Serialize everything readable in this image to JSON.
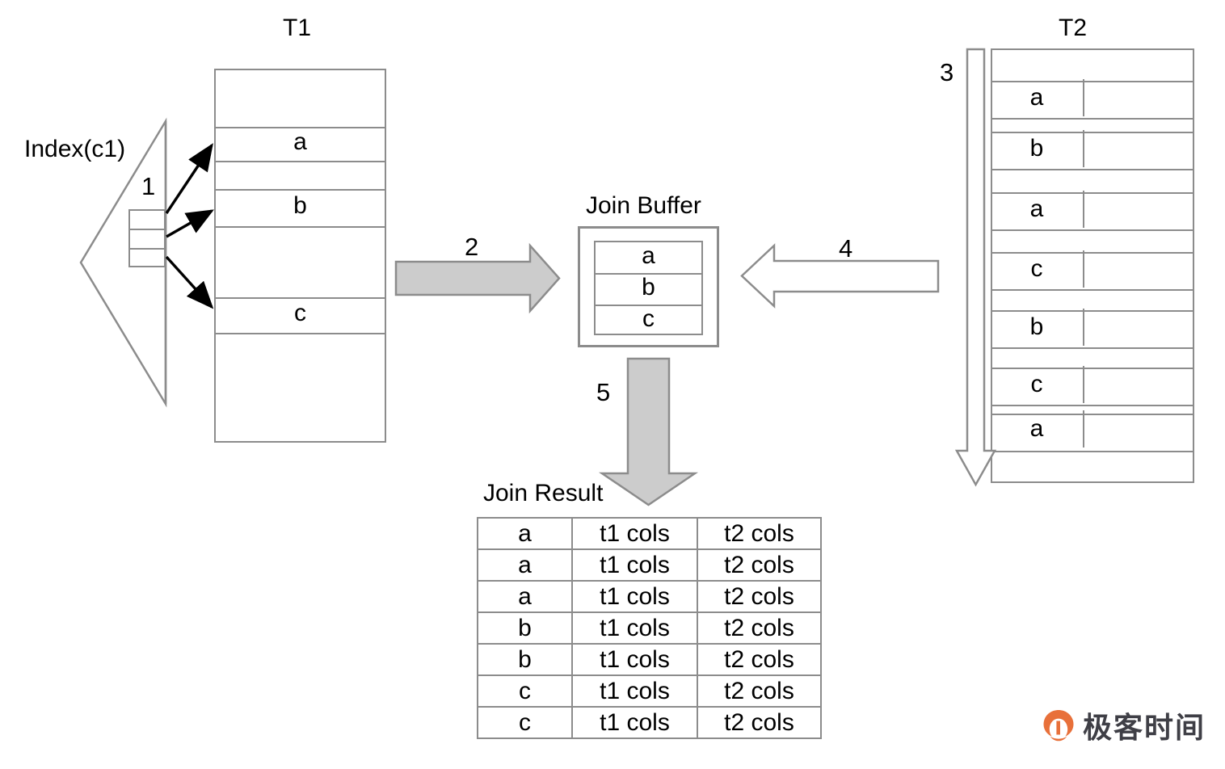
{
  "diagram": {
    "title_t1": "T1",
    "title_t2": "T2",
    "index_label": "Index(c1)",
    "join_buffer_label": "Join Buffer",
    "join_result_label": "Join Result",
    "steps": {
      "s1": "1",
      "s2": "2",
      "s3": "3",
      "s4": "4",
      "s5": "5"
    },
    "t1_rows": [
      {
        "value": "",
        "filled": false
      },
      {
        "value": "a",
        "filled": true
      },
      {
        "value": "",
        "filled": false
      },
      {
        "value": "b",
        "filled": true
      },
      {
        "value": "",
        "filled": false
      },
      {
        "value": "c",
        "filled": true
      },
      {
        "value": "",
        "filled": false
      }
    ],
    "t2_rows": [
      {
        "value": "",
        "filled": false
      },
      {
        "value": "a",
        "filled": true
      },
      {
        "value": "",
        "filled": false
      },
      {
        "value": "b",
        "filled": true
      },
      {
        "value": "",
        "filled": false
      },
      {
        "value": "a",
        "filled": true
      },
      {
        "value": "",
        "filled": false
      },
      {
        "value": "c",
        "filled": true
      },
      {
        "value": "",
        "filled": false
      },
      {
        "value": "b",
        "filled": true
      },
      {
        "value": "",
        "filled": false
      },
      {
        "value": "c",
        "filled": true
      },
      {
        "value": "",
        "filled": false
      },
      {
        "value": "a",
        "filled": true
      },
      {
        "value": "",
        "filled": false
      }
    ],
    "index_cells": [
      "",
      "",
      ""
    ],
    "join_buffer_rows": [
      "a",
      "b",
      "c"
    ],
    "join_result": {
      "rows": [
        [
          "a",
          "t1 cols",
          "t2 cols"
        ],
        [
          "a",
          "t1 cols",
          "t2 cols"
        ],
        [
          "a",
          "t1 cols",
          "t2 cols"
        ],
        [
          "b",
          "t1 cols",
          "t2 cols"
        ],
        [
          "b",
          "t1 cols",
          "t2 cols"
        ],
        [
          "c",
          "t1 cols",
          "t2 cols"
        ],
        [
          "c",
          "t1 cols",
          "t2 cols"
        ]
      ]
    },
    "colors": {
      "line": "#8c8c8c",
      "arrow_fill": "#cccccc",
      "arrow_stroke": "#8c8c8c",
      "pointer": "#000000",
      "logo_orange": "#e8703a",
      "logo_text": "#3f3f46"
    },
    "logo": {
      "text": "极客时间",
      "mark": "geektime-q-mark"
    }
  }
}
